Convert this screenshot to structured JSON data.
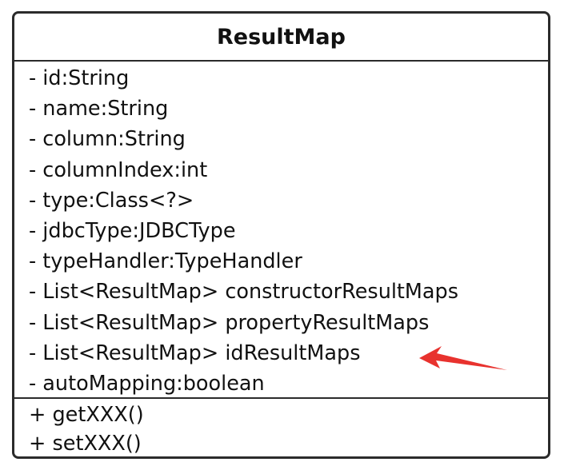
{
  "class_box": {
    "name": "ResultMap",
    "attributes": [
      "- id:String",
      "- name:String",
      "- column:String",
      "- columnIndex:int",
      "- type:Class<?>",
      "- jdbcType:JDBCType",
      "- typeHandler:TypeHandler",
      "- List<ResultMap> constructorResultMaps",
      "- List<ResultMap> propertyResultMaps",
      "- List<ResultMap> idResultMaps",
      "- autoMapping:boolean"
    ],
    "operations": [
      "+ getXXX()",
      "+ setXXX()"
    ]
  },
  "colors": {
    "border": "#2b2b2b",
    "text": "#111111",
    "arrow": "#e8322e"
  },
  "annotation": {
    "icon": "red-arrow-icon",
    "points_to": "- List<ResultMap> idResultMaps"
  }
}
